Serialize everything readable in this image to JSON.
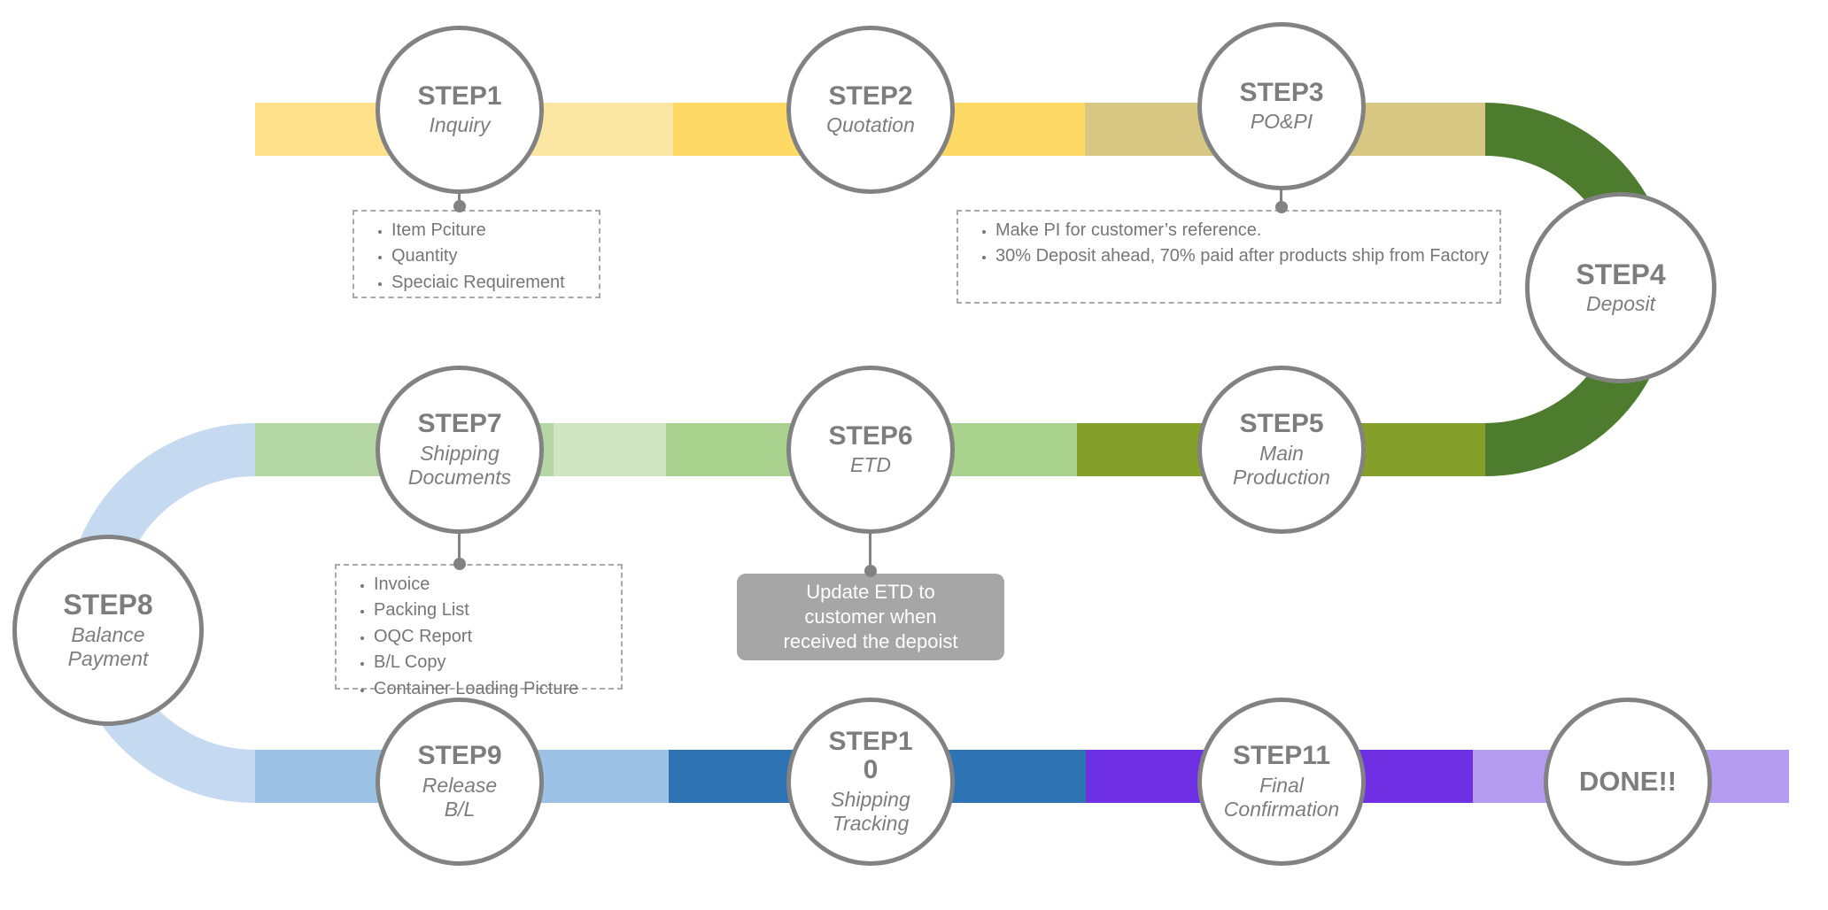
{
  "diagram_title": "Order process flow",
  "colors": {
    "circle_border": "#828282",
    "step_text": "#7d7d7d",
    "turn_right_green": "#4e7c2f",
    "turn_left_blue": "#c5d9f0",
    "note_box_bg": "#a6a6a6",
    "note_box_text": "#ffffff",
    "dashed_border": "#a9a9a9",
    "bullet_text": "#767676"
  },
  "bands": {
    "top": {
      "colors": [
        "#ffe08b",
        "#fbe7a3",
        "#ffd966",
        "#d8c782"
      ]
    },
    "middle": {
      "colors": [
        "#b5d7a3",
        "#cfe4c1",
        "#a9d18e",
        "#84a02a"
      ]
    },
    "bottom": {
      "colors": [
        "#9cc2e5",
        "#2e74b5",
        "#6f2fe3",
        "#b49df1"
      ]
    }
  },
  "steps": [
    {
      "title_lines": [
        "STEP1"
      ],
      "subtitle_lines": [
        "Inquiry"
      ]
    },
    {
      "title_lines": [
        "STEP2"
      ],
      "subtitle_lines": [
        "Quotation"
      ]
    },
    {
      "title_lines": [
        "STEP3"
      ],
      "subtitle_lines": [
        "PO&PI"
      ]
    },
    {
      "title_lines": [
        "STEP4"
      ],
      "subtitle_lines": [
        "Deposit"
      ]
    },
    {
      "title_lines": [
        "STEP5"
      ],
      "subtitle_lines": [
        "Main",
        "Production"
      ]
    },
    {
      "title_lines": [
        "STEP6"
      ],
      "subtitle_lines": [
        "ETD"
      ]
    },
    {
      "title_lines": [
        "STEP7"
      ],
      "subtitle_lines": [
        "Shipping",
        "Documents"
      ]
    },
    {
      "title_lines": [
        "STEP8"
      ],
      "subtitle_lines": [
        "Balance",
        "Payment"
      ]
    },
    {
      "title_lines": [
        "STEP9"
      ],
      "subtitle_lines": [
        "Release",
        "B/L"
      ]
    },
    {
      "title_lines": [
        "STEP1",
        "0"
      ],
      "subtitle_lines": [
        "Shipping",
        "Tracking"
      ]
    },
    {
      "title_lines": [
        "STEP11"
      ],
      "subtitle_lines": [
        "Final",
        "Confirmation"
      ]
    },
    {
      "title_lines": [
        "DONE!!"
      ],
      "subtitle_lines": []
    }
  ],
  "notes": {
    "step1_box": {
      "items": [
        "Item Pciture",
        "Quantity",
        "Speciaic Requirement"
      ]
    },
    "step3_box": {
      "items": [
        "Make PI for customer’s reference.",
        "30% Deposit ahead, 70% paid after products ship from Factory"
      ]
    },
    "step7_box": {
      "items": [
        "Invoice",
        "Packing List",
        "OQC Report",
        "B/L Copy",
        "Container Loading Picture"
      ]
    },
    "step6_note": {
      "lines": [
        "Update ETD to",
        "customer when",
        "received the depoist"
      ]
    }
  }
}
